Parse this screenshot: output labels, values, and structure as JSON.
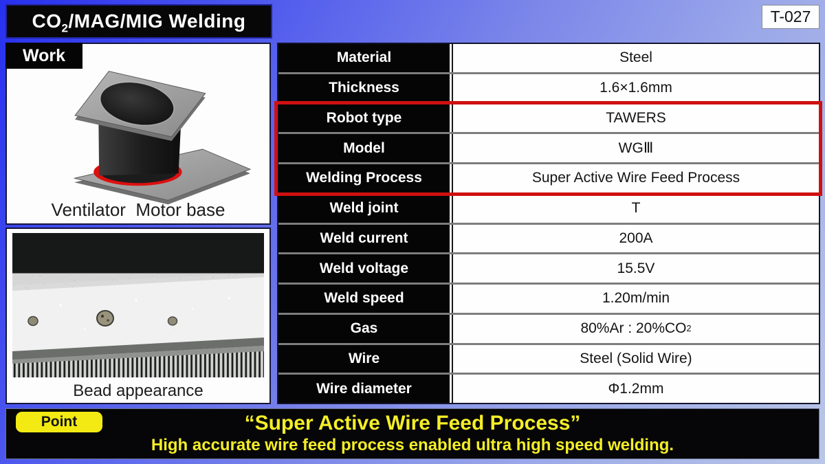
{
  "header": {
    "title_prefix": "CO",
    "title_sub": "2",
    "title_rest": "/MAG/MIG Welding",
    "doc_id": "T-027"
  },
  "work_panel": {
    "tab_label": "Work",
    "illustration": "ventilator-motor-base-3d-render-with-red-weld-seam",
    "caption": "Ventilator  Motor base"
  },
  "bead_panel": {
    "photo": "weld-bead-macro-photo-with-mm-ruler",
    "caption": "Bead appearance"
  },
  "spec_table": {
    "rows": [
      {
        "label": "Material",
        "value": "Steel"
      },
      {
        "label": "Thickness",
        "value": "1.6×1.6mm"
      },
      {
        "label": "Robot type",
        "value": "TAWERS",
        "highlighted": true
      },
      {
        "label": "Model",
        "value": "WGⅢ",
        "highlighted": true
      },
      {
        "label": "Welding Process",
        "value": "Super Active Wire Feed Process",
        "highlighted": true
      },
      {
        "label": "Weld joint",
        "value": "T"
      },
      {
        "label": "Weld current",
        "value": "200A"
      },
      {
        "label": "Weld voltage",
        "value": "15.5V"
      },
      {
        "label": "Weld speed",
        "value": "1.20m/min"
      },
      {
        "label": "Gas",
        "value": "80%Ar : 20%CO",
        "value_sub": "2"
      },
      {
        "label": "Wire",
        "value": "Steel (Solid Wire)"
      },
      {
        "label": "Wire diameter",
        "value": "Φ1.2mm"
      }
    ]
  },
  "point_bar": {
    "tab_label": "Point",
    "headline": "“Super Active Wire Feed Process”",
    "subline": "High accurate wire feed process enabled ultra high speed welding."
  },
  "colors": {
    "background_blue_start": "#2730ee",
    "background_blue_end": "#bac6e6",
    "highlight_red": "#cf1010",
    "point_yellow": "#f2ea12",
    "point_text_yellow": "#f4ee27",
    "banner_black": "#070707"
  }
}
